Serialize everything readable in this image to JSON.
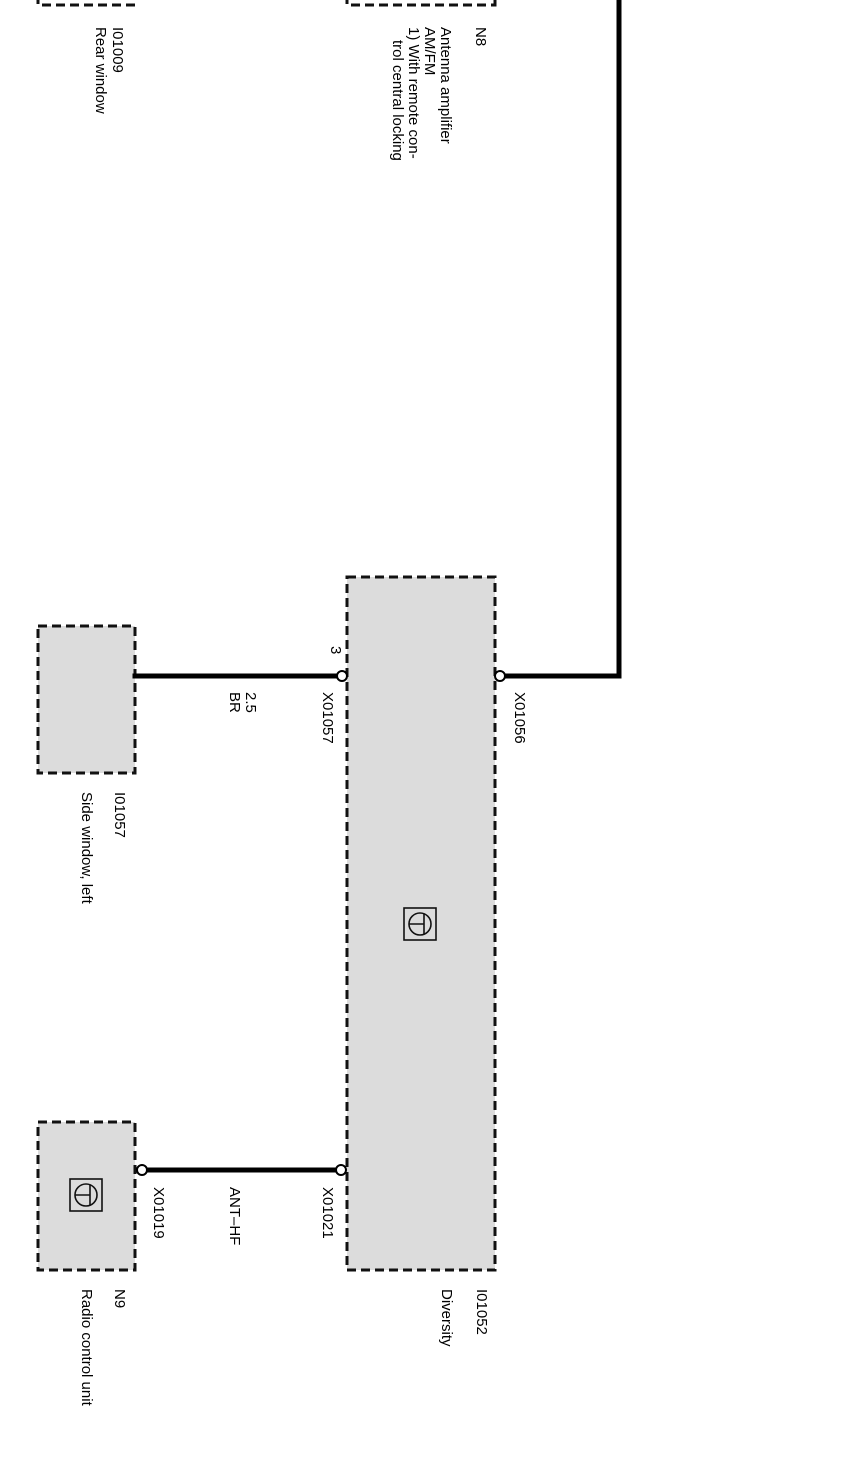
{
  "components": {
    "rear_window": {
      "id": "I01009",
      "name": "Rear window"
    },
    "antenna_amp": {
      "id": "N8",
      "line1": "Antenna amplifier",
      "line2": "AM/FM",
      "line3": "1) With remote con-",
      "line4": "trol central locking"
    },
    "side_window": {
      "id": "I01057",
      "name": "Side window, left"
    },
    "diversity": {
      "id": "I01052",
      "name": "Diversity"
    },
    "radio_unit": {
      "id": "N9",
      "name": "Radio control unit"
    }
  },
  "connectors": {
    "x01056": "X01056",
    "x01057": "X01057",
    "x01057_pin": "3",
    "x01021": "X01021",
    "x01019": "X01019"
  },
  "wires": {
    "side_window_gauge": "2.5",
    "side_window_color": "BR",
    "radio_wire": "ANT–HF"
  },
  "icons": {
    "diversity": "antenna-module-icon",
    "radio_unit": "antenna-module-icon"
  }
}
